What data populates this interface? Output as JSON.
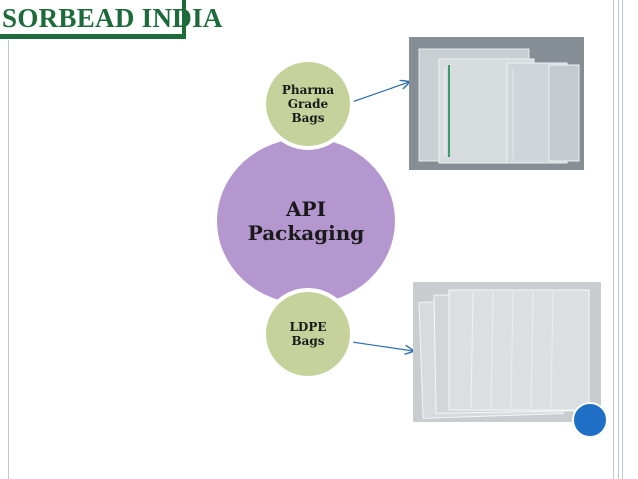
{
  "logo": {
    "text": "SORBEAD INDIA"
  },
  "diagram": {
    "center": {
      "line1": "API",
      "line2": "Packaging"
    },
    "top_node": {
      "line1": "Pharma",
      "line2": "Grade",
      "line3": "Bags"
    },
    "bottom_node": {
      "line1": "LDPE",
      "line2": "Bags"
    }
  },
  "colors": {
    "brand": "#1d6b3a",
    "center_fill": "#b497cf",
    "node_fill": "#c6d29b",
    "arrow": "#2f6fb0",
    "accent": "#1f6fc6"
  },
  "images": {
    "top": "pharma-grade-zip-bags-photo",
    "bottom": "ldpe-bags-photo"
  }
}
